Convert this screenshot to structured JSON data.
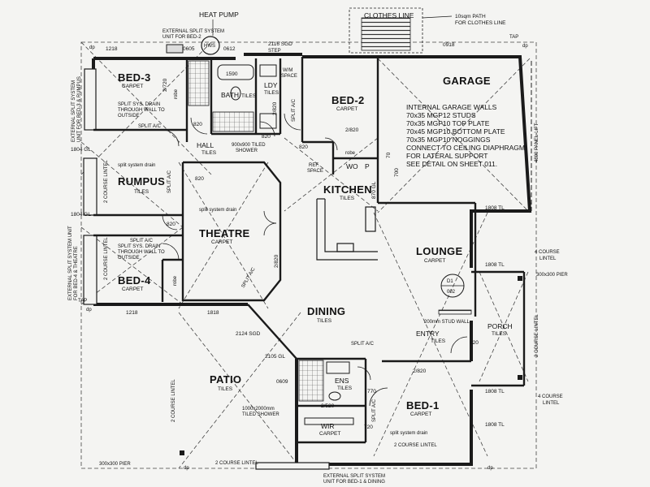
{
  "rooms": {
    "bed3": "BED-3",
    "bed3_sub": "CARPET",
    "bath": "BATH",
    "bath_sub": "TILES",
    "ldy": "LDY",
    "ldy_sub": "TILES",
    "bed2": "BED-2",
    "bed2_sub": "CARPET",
    "garage": "GARAGE",
    "hall": "HALL",
    "hall_sub": "TILES",
    "rumpus": "RUMPUS",
    "rumpus_sub": "TILES",
    "kitchen": "KITCHEN",
    "kitchen_sub": "TILES",
    "theatre": "THEATRE",
    "theatre_sub": "CARPET",
    "lounge": "LOUNGE",
    "lounge_sub": "CARPET",
    "bed4": "BED-4",
    "bed4_sub": "CARPET",
    "dining": "DINING",
    "dining_sub": "TILES",
    "entry": "ENTRY",
    "entry_sub": "TILES",
    "porch": "PORCH",
    "porch_sub": "TILES",
    "patio": "PATIO",
    "patio_sub": "TILES",
    "ens": "ENS",
    "ens_sub": "TILES",
    "wir": "WIR",
    "wir_sub": "CARPET",
    "bed1": "BED-1",
    "bed1_sub": "CARPET"
  },
  "labels": {
    "heat_pump": "HEAT PUMP",
    "hws": "HWS",
    "clothes_line": "CLOTHES LINE",
    "path_note": "10sqm PATH",
    "path_note2": "FOR CLOTHES LINE",
    "ext_split_top1": "EXTERNAL SPLIT SYSTEM",
    "ext_split_top2": "UNIT FOR BED-2",
    "ext_split_left_a": "EXTERNAL SPLIT SYSTEM",
    "ext_split_left_b": "UNIT FOR BED-3 & RUMPUS",
    "ext_split_left_c": "EXTERNAL SPLIT SYSTEM UNIT",
    "ext_split_left_d": "FOR BED-4 & THEATRE",
    "ext_split_bottom1": "EXTERNAL SPLIT SYSTEM",
    "ext_split_bottom2": "UNIT FOR BED-1 & DINING",
    "tap_top": "TAP",
    "tap_left": "TAP",
    "dp": "dp",
    "garage_walls_1": "INTERNAL GARAGE WALLS",
    "garage_walls_2": "70x35 MGP12 STUDS",
    "garage_walls_3": "70x35 MGP10 TOP PLATE",
    "garage_walls_4": "70x45 MGP10 BOTTOM PLATE",
    "garage_walls_5": "70x35 MGP10 NOGGINGS",
    "garage_walls_6": "CONNECT TO CEILING DIAPHRAGM",
    "garage_walls_7": "FOR LATERAL SUPPORT",
    "garage_walls_8": "SEE DETAIL ON SHEET 011.",
    "panel_lift": "4800 PANEL-LIFT",
    "robe": "robe",
    "split_ac": "SPLIT A/C",
    "split_drain_1": "SPLIT SYS. DRAIN",
    "split_drain_2": "THROUGH WALL TO",
    "split_drain_3": "OUTSIDE",
    "split_system_drain": "split system drain",
    "tiled_shower_1": "900x900 TILED",
    "tiled_shower_2": "SHOWER",
    "ens_shower_1": "1000x2000mm",
    "ens_shower_2": "TILED SHOWER",
    "course_lintel_2": "2 COURSE LINTEL",
    "course_lintel_4a": "4 COURSE",
    "course_lintel_4b": "LINTEL",
    "pier": "300x300 PIER",
    "stud_wall": "200mm STUD WALL",
    "ref_space_1": "REF.",
    "ref_space_2": "SPACE",
    "wo": "WO",
    "p": "P",
    "step": "STEP",
    "wm_space_1": "W/M",
    "wm_space_2": "SPACE",
    "section_no": "D1",
    "section_sheet": "002"
  },
  "dimensions": {
    "d1218_top": "1218",
    "d0605": "0605",
    "d0612": "0612",
    "d2116": "2116 SGD",
    "d0918": "0918",
    "d1590": "1590",
    "d2720_bed3": "2/720",
    "d2820_ldy": "2/820",
    "d2820_kit": "2/820",
    "d820_bath": "820",
    "d820_hall": "820",
    "d820_shower": "820",
    "d820_bed2": "820",
    "d820_rumpus": "820",
    "d820_porch": "820",
    "d1804_gl_a": "1804 GL",
    "d1804_gl_b": "1804 GL",
    "d1218_bottom": "1218",
    "d1818": "1818",
    "d2124": "2124 SGD",
    "d2105": "2105 GL",
    "d0609": "0609",
    "d2820_theatre": "2/820",
    "d1808_tl_a": "1808 TL",
    "d1808_tl_b": "1808 TL",
    "d1808_tl_c": "1808 TL",
    "d1808_tl_d": "1808 TL",
    "d770_bed1": "770",
    "d720_wir": "720",
    "d2820_bed1": "2/820",
    "d2820_ens": "2/520",
    "d700": "700",
    "d70": "70",
    "d870": "870 GL"
  },
  "colors": {
    "ink": "#1a1a1a",
    "paper": "#f4f4f2",
    "dashed": "#444444"
  }
}
